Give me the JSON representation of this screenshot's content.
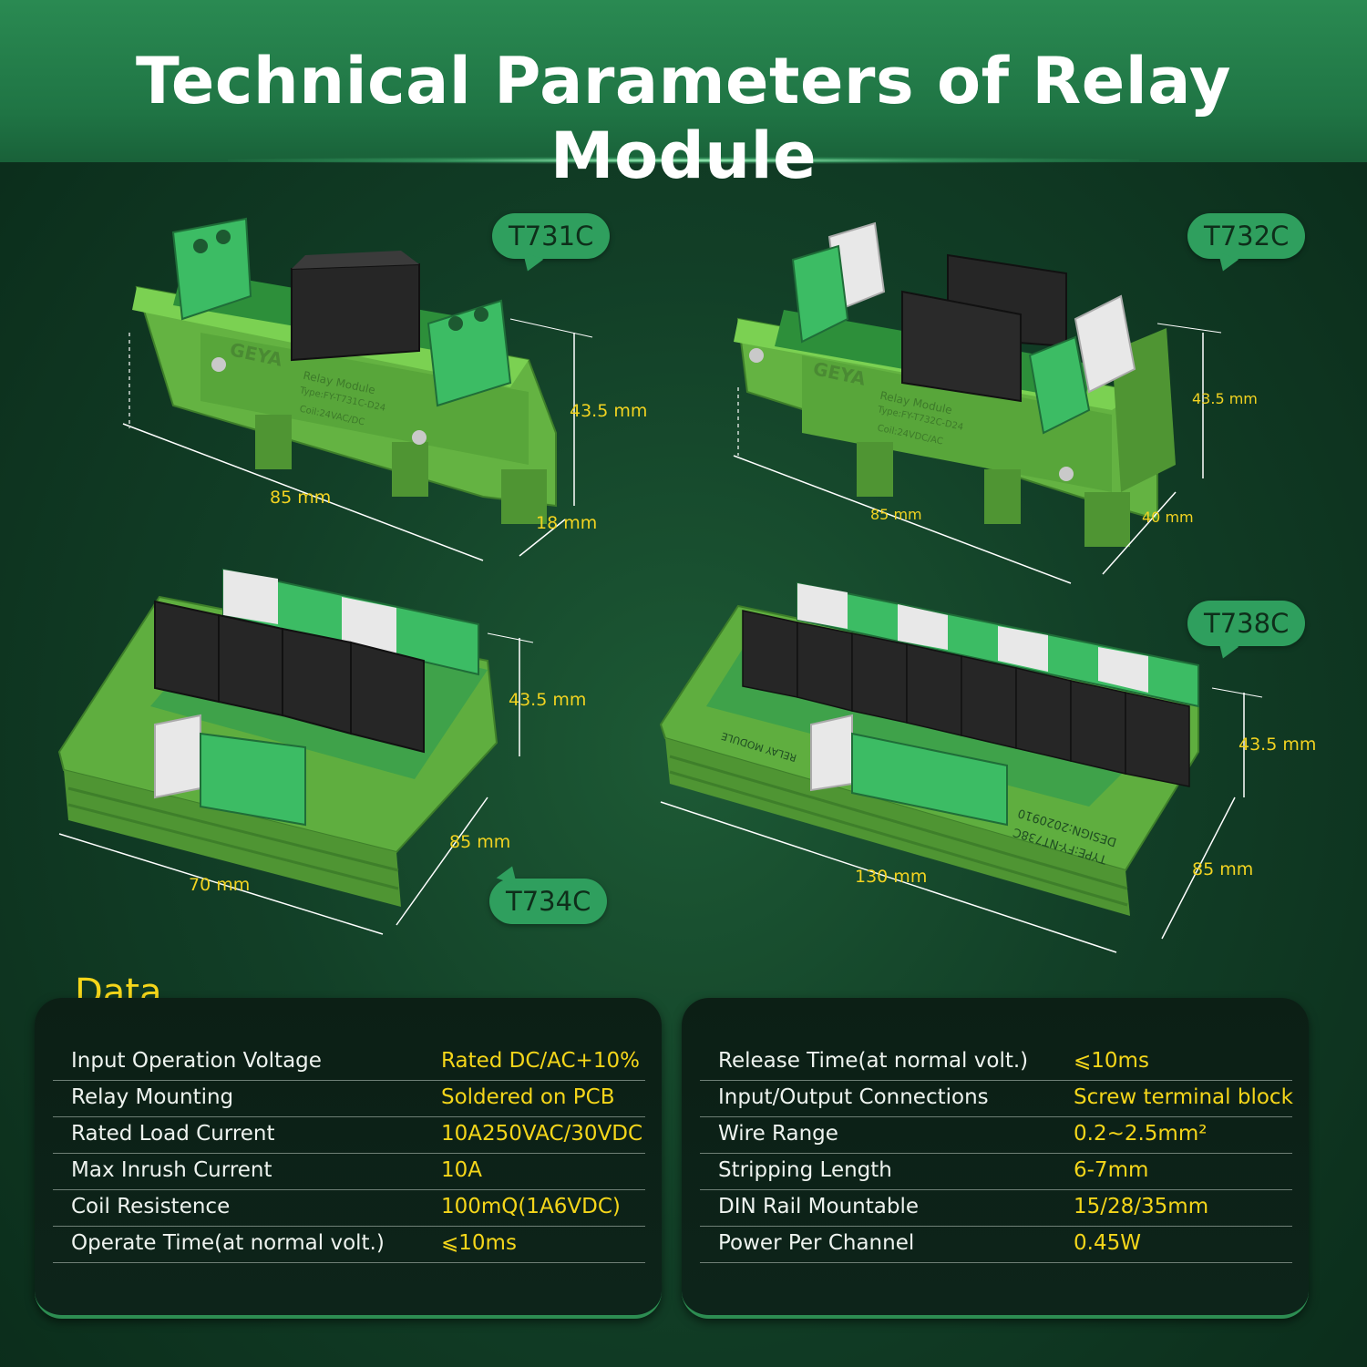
{
  "title": "Technical Parameters of Relay Module",
  "models": {
    "t731c": {
      "label": "T731C",
      "dims": [
        "43.5 mm",
        "85 mm",
        "18 mm"
      ],
      "device_text": [
        "GEYA",
        "Relay Module",
        "Type:FY-T731C-D24",
        "Coil:24VAC/DC"
      ]
    },
    "t732c": {
      "label": "T732C",
      "dims": [
        "43.5 mm",
        "85 mm",
        "40 mm"
      ],
      "device_text": [
        "GEYA",
        "Relay Module",
        "Type:FY-T732C-D24",
        "Coil:24VDC/AC"
      ]
    },
    "t734c": {
      "label": "T734C",
      "dims": [
        "43.5 mm",
        "85 mm",
        "70 mm"
      ]
    },
    "t738c": {
      "label": "T738C",
      "dims": [
        "43.5 mm",
        "85 mm",
        "130 mm"
      ],
      "device_text": [
        "RELAY MODULE",
        "TYPE:FY-NT738C",
        "DESIGN:2020910"
      ]
    }
  },
  "data": {
    "heading": "Data",
    "left": [
      {
        "key": "Input Operation Voltage",
        "value": "Rated DC/AC+10%"
      },
      {
        "key": "Relay Mounting",
        "value": "Soldered on PCB"
      },
      {
        "key": "Rated Load Current",
        "value": "10A250VAC/30VDC"
      },
      {
        "key": "Max Inrush Current",
        "value": "10A"
      },
      {
        "key": "Coil Resistence",
        "value": "100mQ(1A6VDC)"
      },
      {
        "key": "Operate Time(at normal volt.)",
        "value": "⩽10ms"
      }
    ],
    "right": [
      {
        "key": "Release Time(at normal volt.)",
        "value": "⩽10ms"
      },
      {
        "key": "Input/Output Connections",
        "value": "Screw terminal block"
      },
      {
        "key": "Wire Range",
        "value": "0.2~2.5mm²"
      },
      {
        "key": "Stripping Length",
        "value": "6-7mm"
      },
      {
        "key": "DIN Rail Mountable",
        "value": "15/28/35mm"
      },
      {
        "key": "Power Per Channel",
        "value": "0.45W"
      }
    ]
  },
  "colors": {
    "accent": "#f5d61a",
    "brand_green": "#2a8a52",
    "module_green": "#6cbf45"
  }
}
